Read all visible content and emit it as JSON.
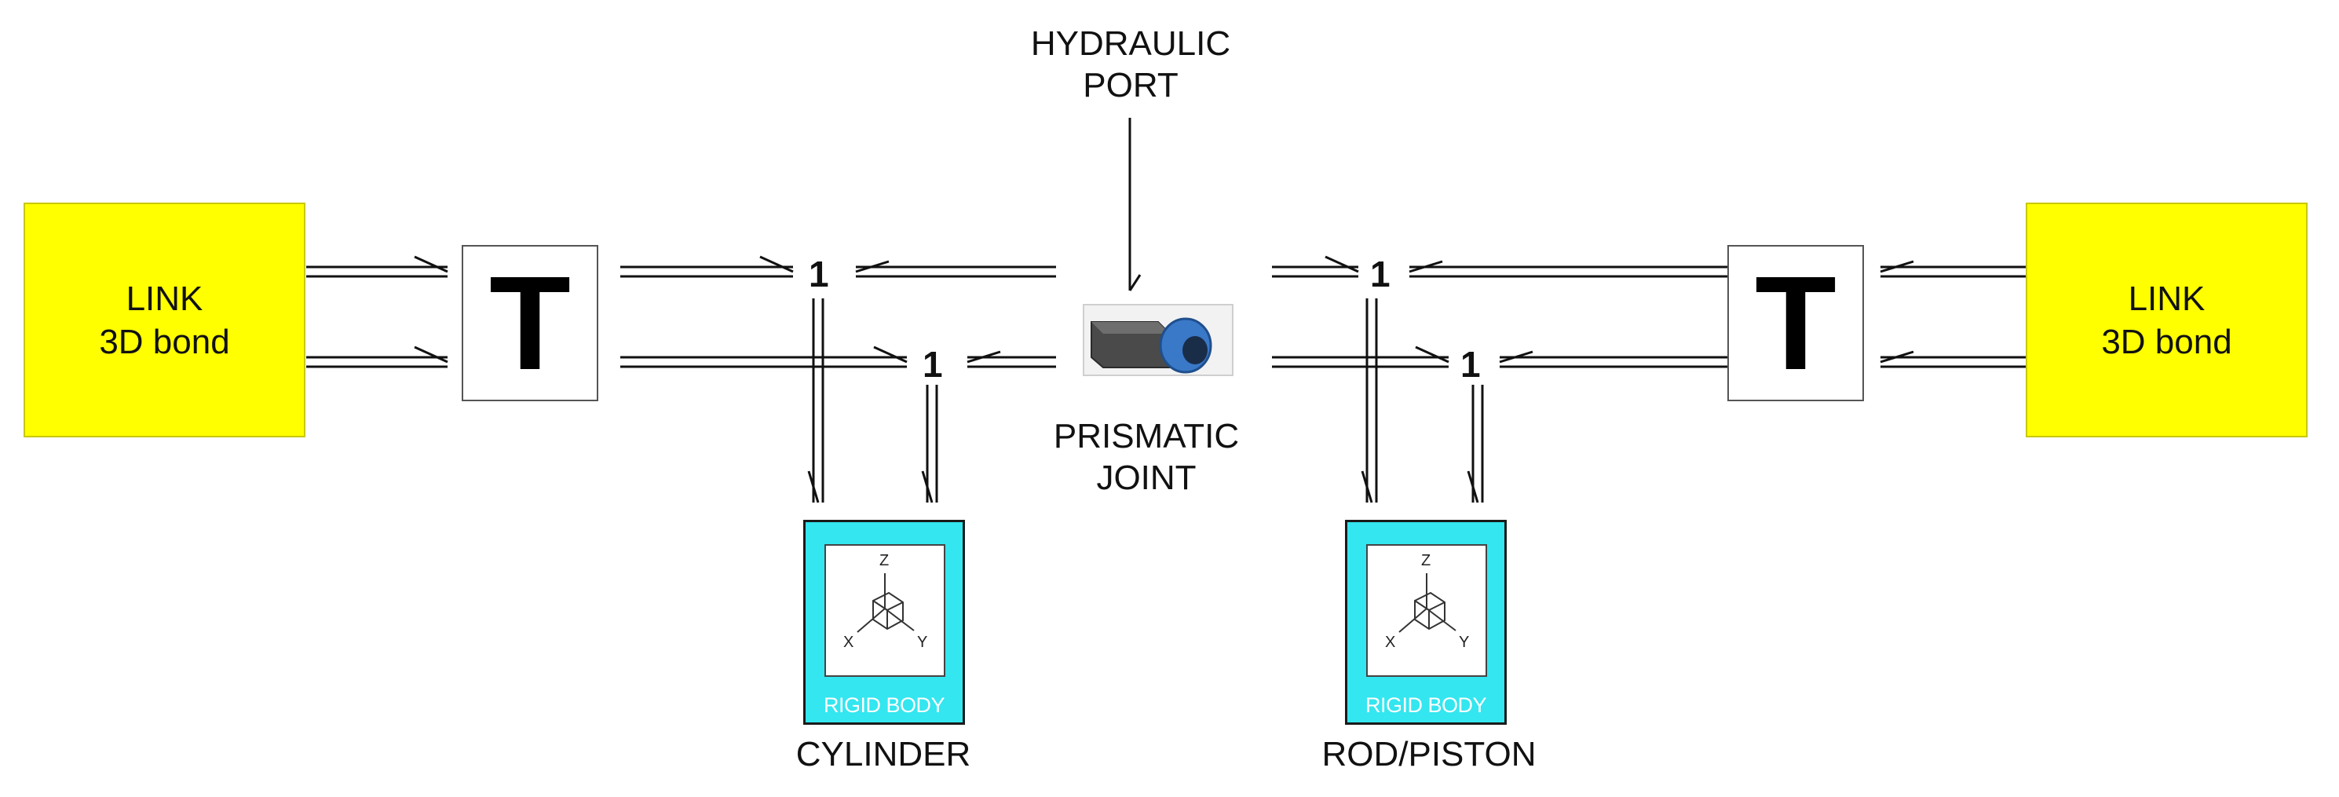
{
  "links": [
    {
      "label_line1": "LINK",
      "label_line2": "3D bond"
    },
    {
      "label_line1": "LINK",
      "label_line2": "3D bond"
    }
  ],
  "transformers": [
    {
      "label": "T"
    },
    {
      "label": "T"
    }
  ],
  "junctions": [
    {
      "label": "1"
    },
    {
      "label": "1"
    },
    {
      "label": "1"
    },
    {
      "label": "1"
    }
  ],
  "rigid_bodies": [
    {
      "label": "RIGID BODY",
      "axes": {
        "z": "Z",
        "x": "X",
        "y": "Y"
      },
      "caption": "CYLINDER"
    },
    {
      "label": "RIGID BODY",
      "axes": {
        "z": "Z",
        "x": "X",
        "y": "Y"
      },
      "caption": "ROD/PISTON"
    }
  ],
  "hydraulic_port": {
    "line1": "HYDRAULIC",
    "line2": "PORT"
  },
  "prismatic_joint": {
    "line1": "PRISMATIC",
    "line2": "JOINT"
  },
  "colors": {
    "link_fill": "#ffff00",
    "rigid_body_fill": "#33e6ef",
    "joint_blue": "#3a78c8"
  }
}
